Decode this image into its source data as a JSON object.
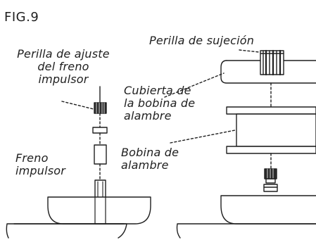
{
  "figure_label": "FIG.9",
  "labels": {
    "perilla_sujecion": "Perilla de sujeción",
    "perilla_ajuste": [
      "Perilla de ajuste",
      "del freno",
      "impulsor"
    ],
    "cubierta_bobina": [
      "Cubierta de",
      "la bobina de",
      "alambre"
    ],
    "bobina": [
      "Bobina de",
      "alambre"
    ],
    "freno": [
      "Freno",
      "impulsor"
    ]
  },
  "colors": {
    "ink": "#1f1f1f",
    "paper": "#ffffff",
    "knurl": "#2a2a2a"
  }
}
